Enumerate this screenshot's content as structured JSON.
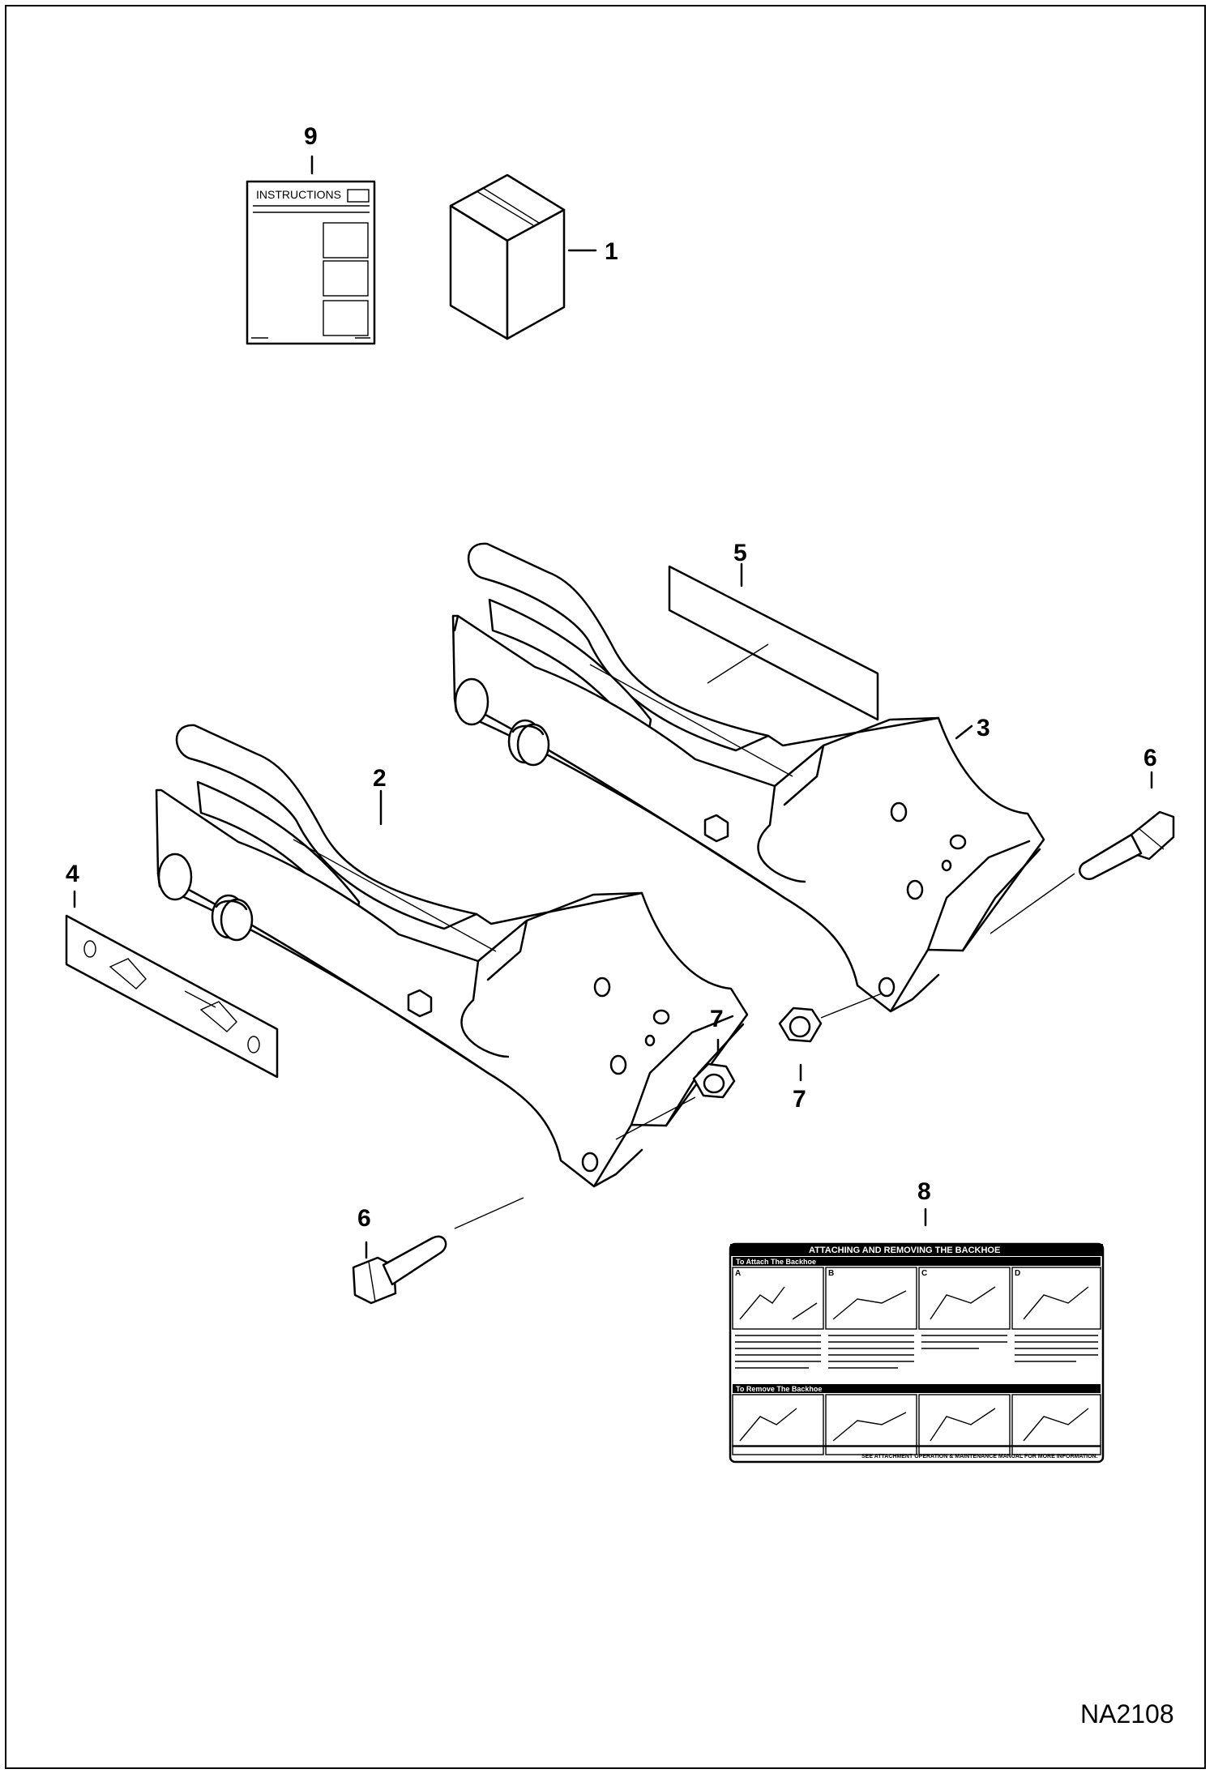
{
  "drawing_number": "NA2108",
  "callouts": {
    "c1": "1",
    "c2": "2",
    "c3": "3",
    "c4": "4",
    "c5": "5",
    "c6a": "6",
    "c6b": "6",
    "c7a": "7",
    "c7b": "7",
    "c8": "8",
    "c9": "9"
  },
  "instructions_manual": {
    "title": "INSTRUCTIONS"
  },
  "decal": {
    "title": "ATTACHING AND REMOVING THE BACKHOE",
    "attach_header": "To Attach The Backhoe",
    "remove_header": "To Remove The Backhoe",
    "panels": [
      "A",
      "B",
      "C",
      "D"
    ],
    "footer": "SEE ATTACHMENT OPERATION & MAINTENANCE MANUAL FOR MORE INFORMATION."
  }
}
